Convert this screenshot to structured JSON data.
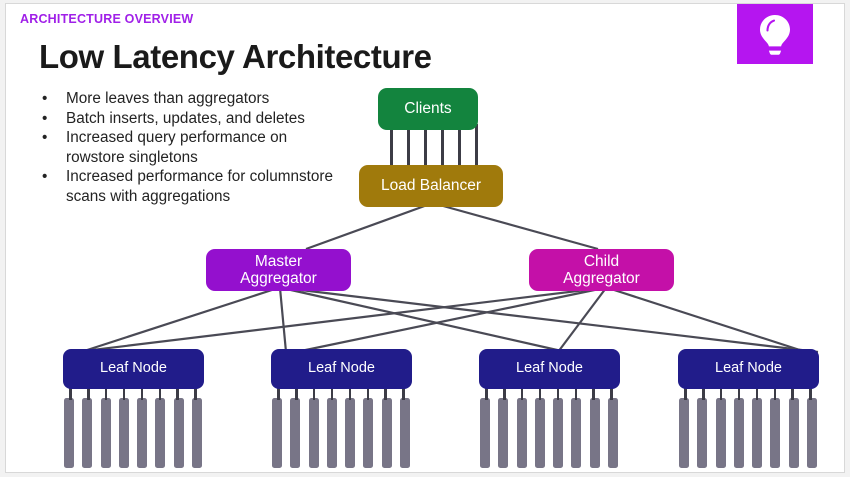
{
  "slide": {
    "eyebrow": "ARCHITECTURE OVERVIEW",
    "title": "Low Latency Architecture",
    "badge_icon": "lightbulb-icon",
    "bullet_marker": "•",
    "bullets": [
      "More leaves than aggregators",
      "Batch inserts, updates, and deletes",
      "Increased query performance on rowstore singletons",
      "Increased performance for columnstore scans with aggregations"
    ]
  },
  "colors": {
    "eyebrow": "#a020e8",
    "badge_bg": "#b515f0",
    "clients": "#13843e",
    "load_balancer": "#a07a0c",
    "master_aggregator": "#9410ce",
    "child_aggregator": "#c410a8",
    "leaf_node": "#211c8a",
    "partition_bar": "#787587",
    "connector": "#4a4a55",
    "slide_bg": "#ffffff",
    "page_bg": "#f2f2f2"
  },
  "diagram": {
    "type": "architecture-tree",
    "nodes": {
      "clients": {
        "label": "Clients"
      },
      "load_balancer": {
        "label": "Load Balancer"
      },
      "master_aggregator": {
        "label": "Master\nAggregator",
        "line1": "Master",
        "line2": "Aggregator"
      },
      "child_aggregator": {
        "label": "Child\nAggregator",
        "line1": "Child",
        "line2": "Aggregator"
      },
      "leaf_nodes": [
        {
          "label": "Leaf Node",
          "partitions": 8
        },
        {
          "label": "Leaf Node",
          "partitions": 8
        },
        {
          "label": "Leaf Node",
          "partitions": 8
        },
        {
          "label": "Leaf Node",
          "partitions": 8
        }
      ]
    },
    "client_lb_links": 6,
    "edges": [
      "clients -> load_balancer",
      "load_balancer -> master_aggregator",
      "load_balancer -> child_aggregator",
      "master_aggregator -> leaf_node_1",
      "master_aggregator -> leaf_node_2",
      "master_aggregator -> leaf_node_3",
      "master_aggregator -> leaf_node_4",
      "child_aggregator -> leaf_node_1",
      "child_aggregator -> leaf_node_2",
      "child_aggregator -> leaf_node_3",
      "child_aggregator -> leaf_node_4"
    ]
  }
}
